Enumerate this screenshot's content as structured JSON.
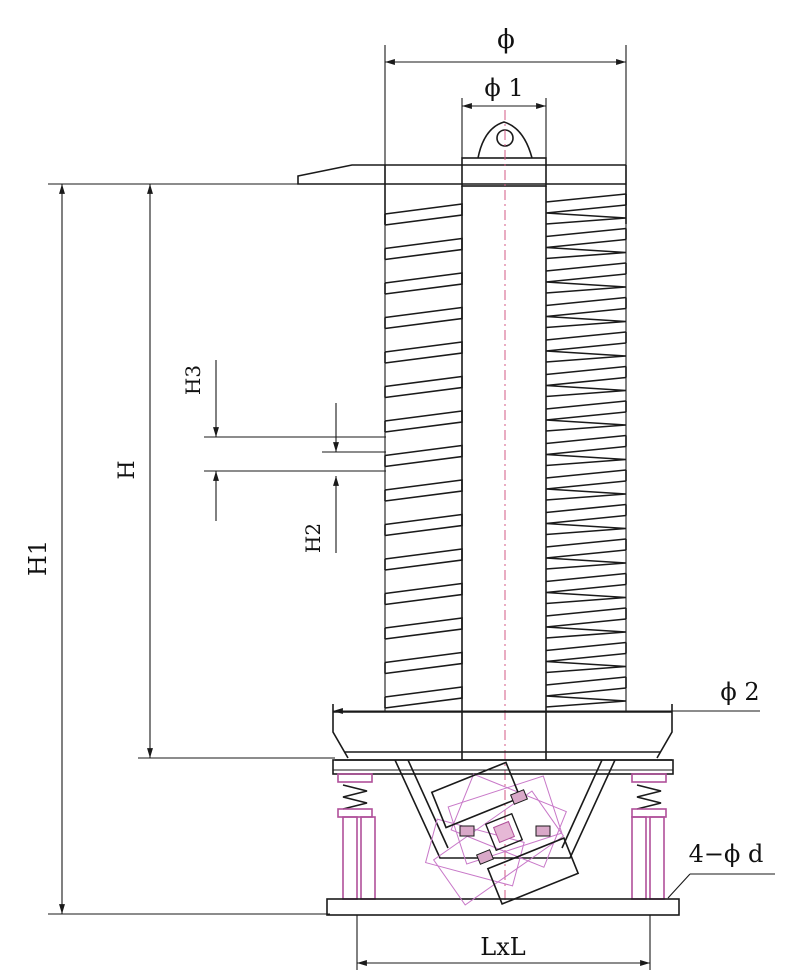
{
  "labels": {
    "phi": "ϕ",
    "phi1": "ϕ 1",
    "phi2": "ϕ 2",
    "h1": "H1",
    "h": "H",
    "h2": "H2",
    "h3": "H3",
    "holes": "4−ϕ d",
    "base": "LxL"
  },
  "colors": {
    "ink": "#1a1a1a",
    "accent": "#c878c8",
    "centerline": "#d35a86"
  }
}
